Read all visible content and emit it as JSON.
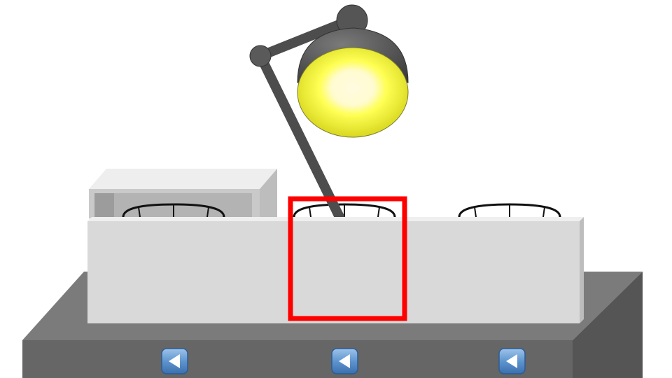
{
  "scene": {
    "background_color": "#ffffff",
    "table_top_color": "#7a7a7a",
    "table_front_color": "#666666",
    "table_side_color": "#555555",
    "counter_color": "#d9d9d9",
    "lamp_body_color": "#4d4d4d",
    "lamp_light_color": "#ffff33",
    "selection_color": "#ff0000"
  },
  "slots": [
    {
      "name": "slot-1",
      "contents": "bowl",
      "cover": "open-box"
    },
    {
      "name": "slot-2",
      "contents": "bowl",
      "selected": true
    },
    {
      "name": "slot-3",
      "contents": "bowl"
    }
  ],
  "controls": [
    {
      "name": "slot-1-left-arrow-button",
      "icon": "left-arrow-icon"
    },
    {
      "name": "slot-2-left-arrow-button",
      "icon": "left-arrow-icon"
    },
    {
      "name": "slot-3-left-arrow-button",
      "icon": "left-arrow-icon"
    }
  ]
}
